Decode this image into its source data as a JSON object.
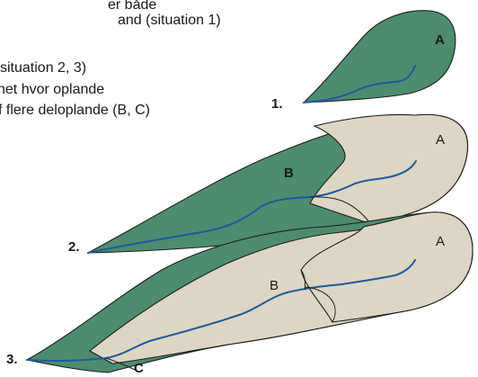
{
  "caption": {
    "lines": [
      "er både",
      "and (situation 1)",
      "",
      "situation 2, 3)",
      "net hvor oplande",
      "f flere deloplande (B, C)"
    ]
  },
  "situations": [
    {
      "number": "1.",
      "regions": [
        "A"
      ]
    },
    {
      "number": "2.",
      "regions": [
        "A",
        "B"
      ]
    },
    {
      "number": "3.",
      "regions": [
        "A",
        "B",
        "C"
      ]
    }
  ],
  "colors": {
    "green": "#4d8c6f",
    "beige": "#dcd6c4",
    "river": "#1e5a9a",
    "outline": "#1d1d1b"
  }
}
